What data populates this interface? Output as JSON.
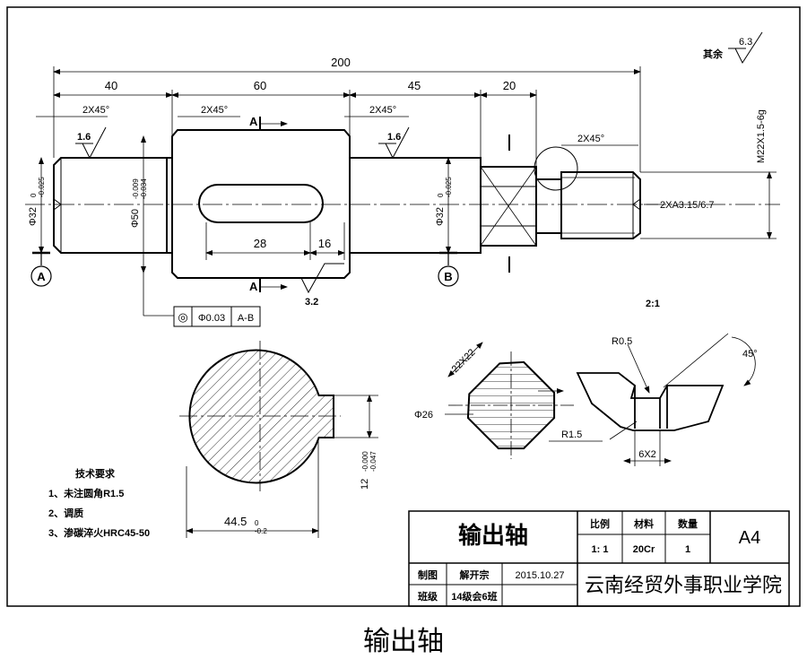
{
  "dimensions": {
    "d200": "200",
    "d40": "40",
    "d60": "60",
    "d45": "45",
    "d20": "20",
    "d28": "28",
    "d16": "16",
    "chamfer_left": "2X45°",
    "chamfer_mid": "2X45°",
    "chamfer_right": "2X45°",
    "chamfer_thread": "2X45°",
    "dia32_left": "Φ32",
    "dia32_left_tol": "0\n-0.025",
    "dia50": "Φ50",
    "dia50_tol": "-0.009\n-0.034",
    "dia32_right": "Φ32",
    "dia32_right_tol": "0\n-0.025",
    "thread": "M22X1.5-6g",
    "center_hole": "2XA3.15/6.7",
    "rough_16_left": "1.6",
    "rough_16_right": "1.6",
    "rough_32": "3.2",
    "rough_other_label": "其余",
    "rough_other_value": "6.3",
    "datum_a": "A",
    "datum_b": "B",
    "section_a_top": "A",
    "section_a_bottom": "A",
    "tolerance_symbol": "◎",
    "tolerance_value": "Φ0.03",
    "tolerance_ref": "A-B",
    "detail_scale": "2:1",
    "r05": "R0.5",
    "r15": "R1.5",
    "angle45": "45°",
    "groove": "6X2",
    "square22": "22X22",
    "dia26": "Φ26",
    "keyway_depth": "12",
    "keyway_depth_tol": "-0.000\n-0.047",
    "section_width": "44.5",
    "section_width_tol": "0\n-0.2"
  },
  "tech_requirements": {
    "title": "技术要求",
    "items": [
      "1、未注圆角R1.5",
      "2、调质",
      "3、渗碳淬火HRC45-50"
    ]
  },
  "title_block": {
    "part_name": "输出轴",
    "scale_label": "比例",
    "scale_value": "1: 1",
    "material_label": "材料",
    "material_value": "20Cr",
    "qty_label": "数量",
    "qty_value": "1",
    "sheet": "A4",
    "drawn_label": "制图",
    "drawn_name": "解开宗",
    "date": "2015.10.27",
    "class_label": "班级",
    "class_value": "14级会6班",
    "school": "云南经贸外事职业学院"
  },
  "caption": "输出轴",
  "colors": {
    "line": "#000000",
    "background": "#ffffff"
  }
}
